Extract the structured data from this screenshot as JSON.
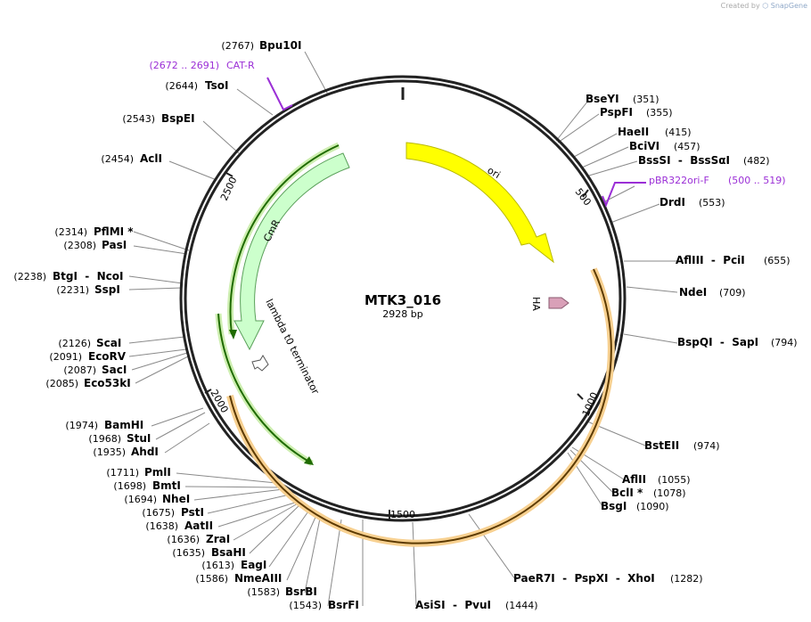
{
  "credit": {
    "prefix": "Created by",
    "brand": "SnapGene"
  },
  "plasmid": {
    "name": "MTK3_016",
    "length_label": "2928 bp",
    "length": 2928
  },
  "colors": {
    "ori": "#ffff00",
    "cmr": "#ccffcc",
    "ha": "#d9a0b8",
    "primer": "#9b2fd6",
    "orange_glow": "#f7d090",
    "green_glow": "#cdeeb0"
  },
  "ticks": [
    "500",
    "1000",
    "1500",
    "2000",
    "2500"
  ],
  "sites": [
    {
      "name": "Bpu10I",
      "pos": "(2767)"
    },
    {
      "name": "TsoI",
      "pos": "(2644)"
    },
    {
      "name": "BspEI",
      "pos": "(2543)"
    },
    {
      "name": "AclI",
      "pos": "(2454)"
    },
    {
      "name": "PflMI *",
      "pos": "(2314)"
    },
    {
      "name": "PasI",
      "pos": "(2308)"
    },
    {
      "name": "BtgI  -  NcoI",
      "pos": "(2238)"
    },
    {
      "name": "SspI",
      "pos": "(2231)"
    },
    {
      "name": "ScaI",
      "pos": "(2126)"
    },
    {
      "name": "EcoRV",
      "pos": "(2091)"
    },
    {
      "name": "SacI",
      "pos": "(2087)"
    },
    {
      "name": "Eco53kI",
      "pos": "(2085)"
    },
    {
      "name": "BamHI",
      "pos": "(1974)"
    },
    {
      "name": "StuI",
      "pos": "(1968)"
    },
    {
      "name": "AhdI",
      "pos": "(1935)"
    },
    {
      "name": "PmlI",
      "pos": "(1711)"
    },
    {
      "name": "BmtI",
      "pos": "(1698)"
    },
    {
      "name": "NheI",
      "pos": "(1694)"
    },
    {
      "name": "PstI",
      "pos": "(1675)"
    },
    {
      "name": "AatII",
      "pos": "(1638)"
    },
    {
      "name": "ZraI",
      "pos": "(1636)"
    },
    {
      "name": "BsaHI",
      "pos": "(1635)"
    },
    {
      "name": "EagI",
      "pos": "(1613)"
    },
    {
      "name": "NmeAIII",
      "pos": "(1586)"
    },
    {
      "name": "BsrBI",
      "pos": "(1583)"
    },
    {
      "name": "BsrFI",
      "pos": "(1543)"
    },
    {
      "name": "BseYI",
      "pos": "(351)"
    },
    {
      "name": "PspFI",
      "pos": "(355)"
    },
    {
      "name": "HaeII",
      "pos": "(415)"
    },
    {
      "name": "BciVI",
      "pos": "(457)"
    },
    {
      "name": "BssSI  -  BssSαI",
      "pos": "(482)"
    },
    {
      "name": "DrdI",
      "pos": "(553)"
    },
    {
      "name": "AflIII  -  PciI",
      "pos": "(655)"
    },
    {
      "name": "NdeI",
      "pos": "(709)"
    },
    {
      "name": "BspQI  -  SapI",
      "pos": "(794)"
    },
    {
      "name": "BstEII",
      "pos": "(974)"
    },
    {
      "name": "AflII",
      "pos": "(1055)"
    },
    {
      "name": "BclI *",
      "pos": "(1078)"
    },
    {
      "name": "BsgI",
      "pos": "(1090)"
    },
    {
      "name": "PaeR7I  -  PspXI  -  XhoI",
      "pos": "(1282)"
    },
    {
      "name": "AsiSI  -  PvuI",
      "pos": "(1444)"
    }
  ],
  "primers": [
    {
      "name": "CAT-R",
      "range": "(2672 .. 2691)"
    },
    {
      "name": "pBR322ori-F",
      "range": "(500 .. 519)"
    }
  ],
  "features": [
    {
      "name": "ori"
    },
    {
      "name": "CmR"
    },
    {
      "name": "HA"
    },
    {
      "name": "lambda t0 terminator"
    }
  ]
}
